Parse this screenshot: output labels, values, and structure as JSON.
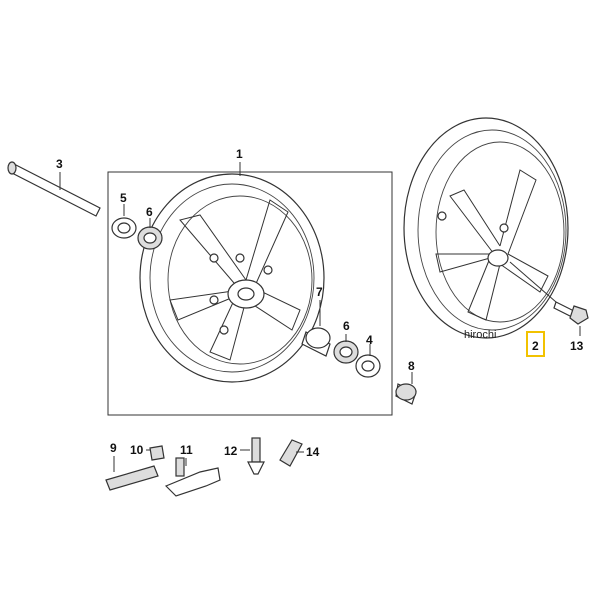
{
  "labels": {
    "l1": "1",
    "l2": "2",
    "l3": "3",
    "l4": "4",
    "l5": "5",
    "l6a": "6",
    "l6b": "6",
    "l7": "7",
    "l8": "8",
    "l9": "9",
    "l10": "10",
    "l11": "11",
    "l12": "12",
    "l13": "13",
    "l14": "14"
  },
  "watermark": "hirochi",
  "colors": {
    "line": "#333333",
    "highlight": "#f2c200",
    "fill_light": "#dddddd"
  }
}
